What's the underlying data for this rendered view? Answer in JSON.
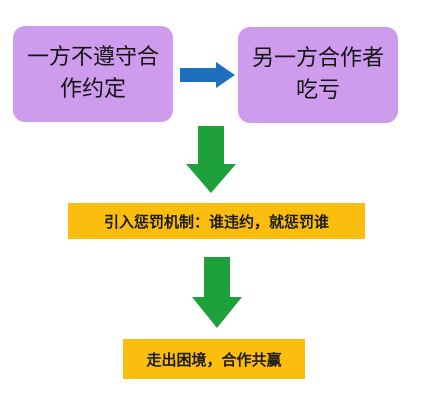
{
  "diagram": {
    "top_left_box": "一方不遵守合作约定",
    "top_right_box": "另一方合作者吃亏",
    "middle_banner": "引入惩罚机制：谁违约，就惩罚谁",
    "bottom_banner": "走出困境，合作共赢"
  },
  "colors": {
    "box_fill": "#cf9bec",
    "banner_fill": "#fbbd0e",
    "horizontal_arrow": "#1f6fbf",
    "vertical_arrows": "#1ea13a"
  }
}
